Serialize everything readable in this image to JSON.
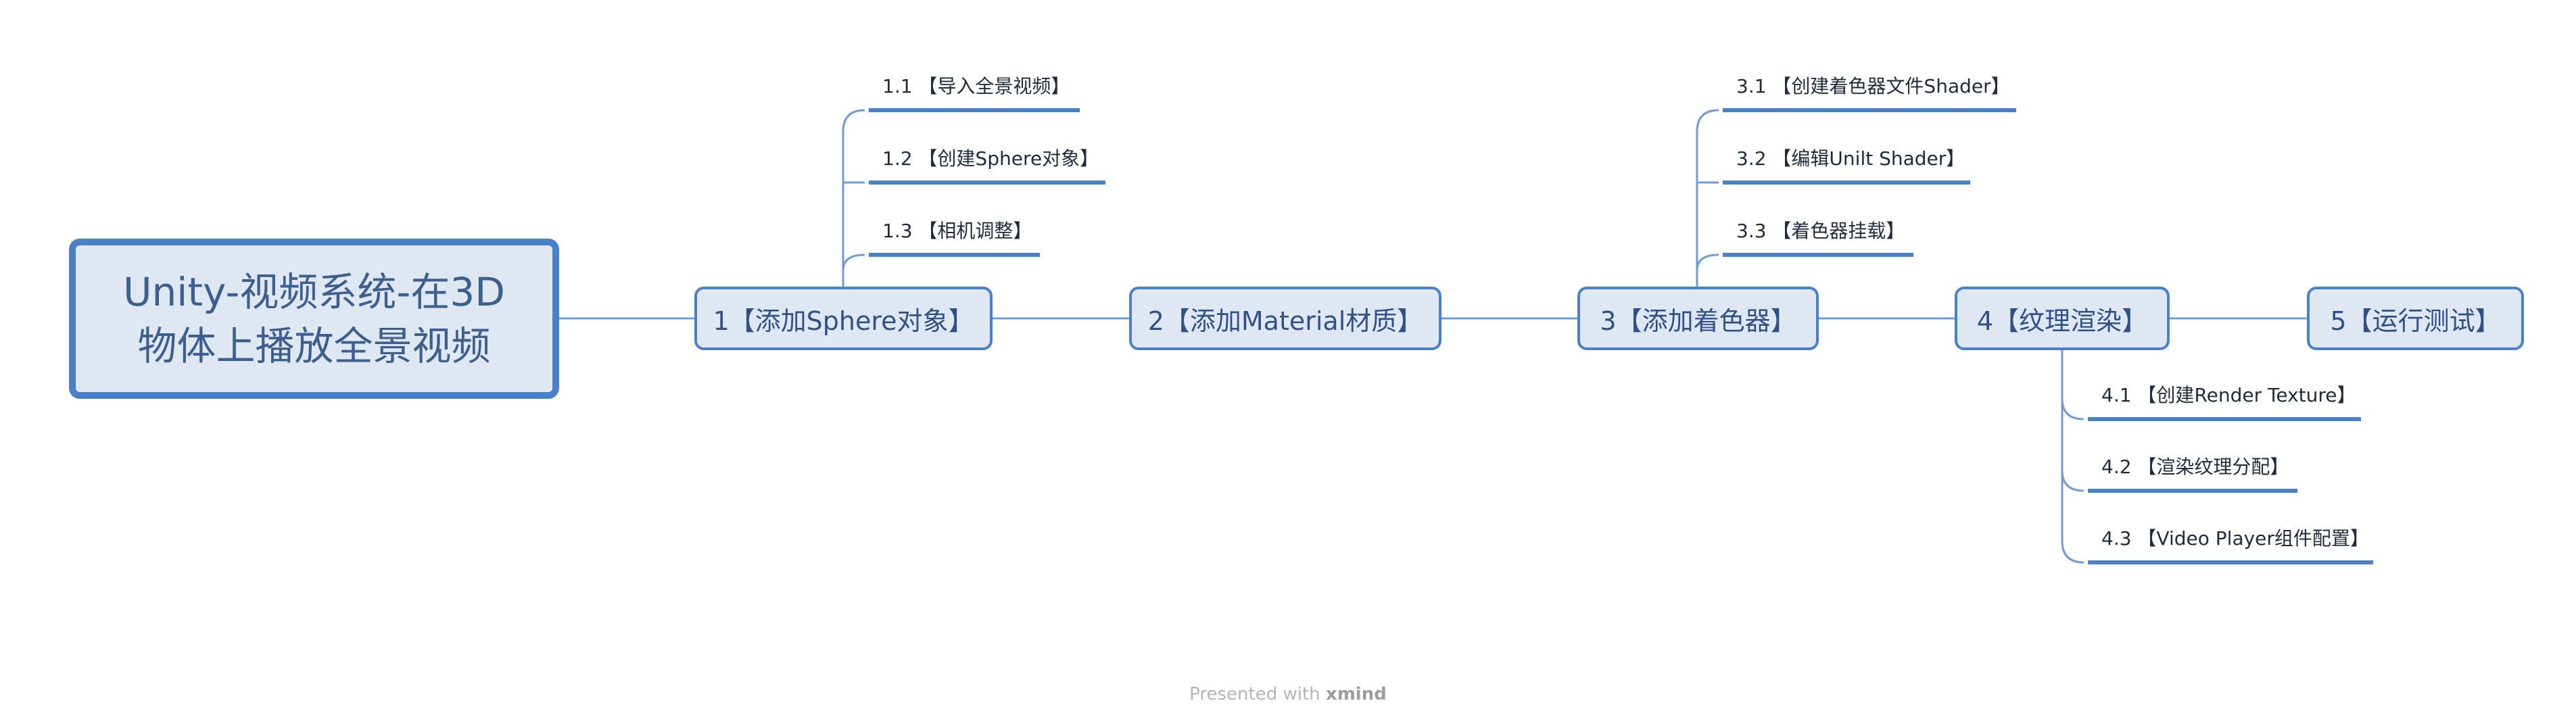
{
  "root": {
    "line1": "Unity-视频系统-在3D",
    "line2": "物体上播放全景视频"
  },
  "topics": [
    {
      "label": "1【添加Sphere对象】",
      "subtopics": [
        "1.1 【导入全景视频】",
        "1.2 【创建Sphere对象】",
        "1.3 【相机调整】"
      ]
    },
    {
      "label": "2【添加Material材质】",
      "subtopics": []
    },
    {
      "label": "3【添加着色器】",
      "subtopics": [
        "3.1 【创建着色器文件Shader】",
        "3.2 【编辑Unilt Shader】",
        "3.3 【着色器挂载】"
      ]
    },
    {
      "label": "4【纹理渲染】",
      "subtopics": [
        "4.1 【创建Render Texture】",
        "4.2 【渲染纹理分配】",
        "4.3 【Video Player组件配置】"
      ]
    },
    {
      "label": "5【运行测试】",
      "subtopics": []
    }
  ],
  "footer": {
    "prefix": "Presented with",
    "brand": "xmind"
  },
  "colors": {
    "accent": "#4a80c9",
    "fill": "#dfe7f2",
    "line": "#6f9bd6"
  }
}
